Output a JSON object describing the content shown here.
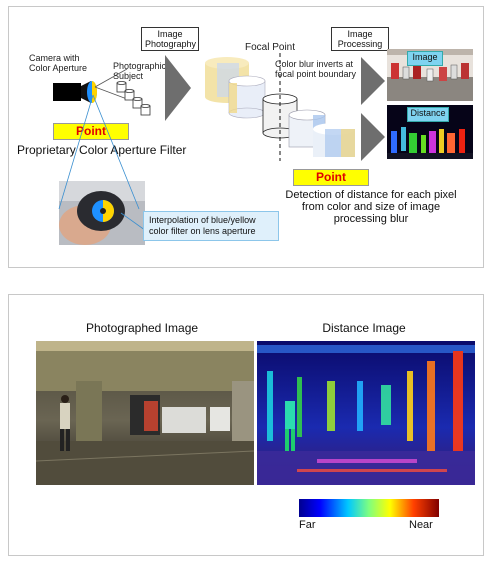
{
  "top": {
    "camera_label": "Camera with Color Aperture",
    "subject_label": "Photographic Subject",
    "image_photography_label": "Image Photography",
    "focal_point_label": "Focal Point",
    "color_blur_note": "Color blur inverts at focal point boundary",
    "image_processing_label": "Image Processing",
    "image_tag": "Image",
    "distance_tag": "Distance",
    "point_label_1": "Point",
    "aperture_filter": "Proprietary Color Aperture Filter",
    "interpolation_note": "Interpolation of blue/yellow color filter on lens aperture",
    "point_label_2": "Point",
    "detection_text": "Detection of distance for each pixel from color and size of image processing blur"
  },
  "bottom": {
    "photographed_title": "Photographed Image",
    "distance_title": "Distance Image",
    "colorbar_left": "Far",
    "colorbar_right": "Near"
  },
  "colors": {
    "point_bg": "#ffff00",
    "point_text": "#e00000",
    "callout_bg": "#dff0fb",
    "tag_bg": "#7fd3f0"
  }
}
